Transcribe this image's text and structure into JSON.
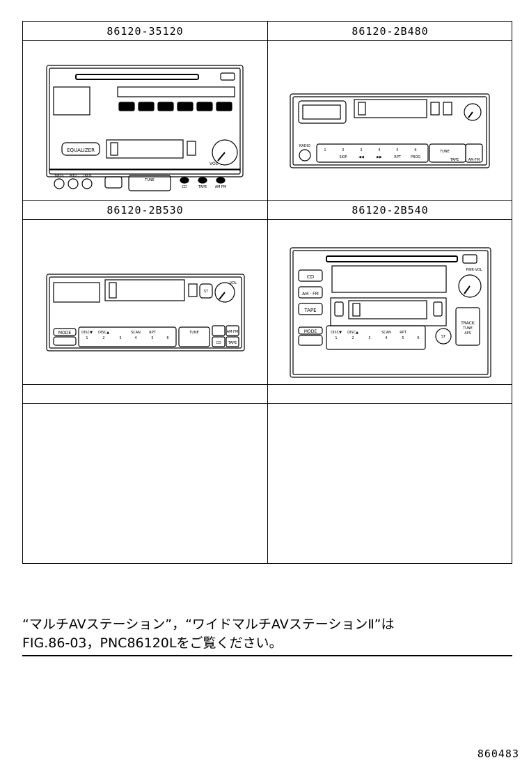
{
  "parts": [
    {
      "number": "86120-35120",
      "labels": {
        "equalizer": "EQUALIZER",
        "vol": "VOL",
        "bass": "BASS",
        "mid": "MID",
        "treb": "TREB",
        "tune": "TUNE",
        "cd": "CD",
        "tape": "TAPE",
        "amfm": "AM·FM"
      }
    },
    {
      "number": "86120-2B480",
      "labels": {
        "radio": "RADIO",
        "tune": "TUNE",
        "tape": "TAPE",
        "amfm": "AM·FM",
        "presets": [
          "1",
          "2",
          "3",
          "4",
          "5",
          "6"
        ],
        "subs": [
          "",
          "SKIP",
          "◀◀",
          "▶▶",
          "RPT",
          "PROG"
        ]
      }
    },
    {
      "number": "86120-2B530",
      "labels": {
        "mode": "MODE",
        "vol": "VOL",
        "tune": "TUNE",
        "cd": "CD",
        "tape": "TAPE",
        "amfm": "AM·FM",
        "st": "ST",
        "disc_up": "DISC▼",
        "disc_down": "DISC▲",
        "scan": "SCAN",
        "rpt": "RPT",
        "presets": [
          "1",
          "2",
          "3",
          "4",
          "5",
          "6"
        ]
      }
    },
    {
      "number": "86120-2B540",
      "labels": {
        "cd": "CD",
        "amfm": "AM · FM",
        "tape": "TAPE",
        "mode": "MODE",
        "pwr": "PWR·VOL",
        "track": "TRACK",
        "tune": "TUNE",
        "aps": "APS",
        "st": "ST",
        "disc_up": "DISC▼",
        "disc_down": "DISC▲",
        "scan": "SCAN",
        "rpt": "RPT",
        "presets": [
          "1",
          "2",
          "3",
          "4",
          "5",
          "6"
        ]
      }
    }
  ],
  "note": {
    "line1": "“マルチAVステーション”，“ワイドマルチAVステーションⅡ”は",
    "line2": "FIG.86-03，PNC86120Lをご覧ください。"
  },
  "code": "860483"
}
